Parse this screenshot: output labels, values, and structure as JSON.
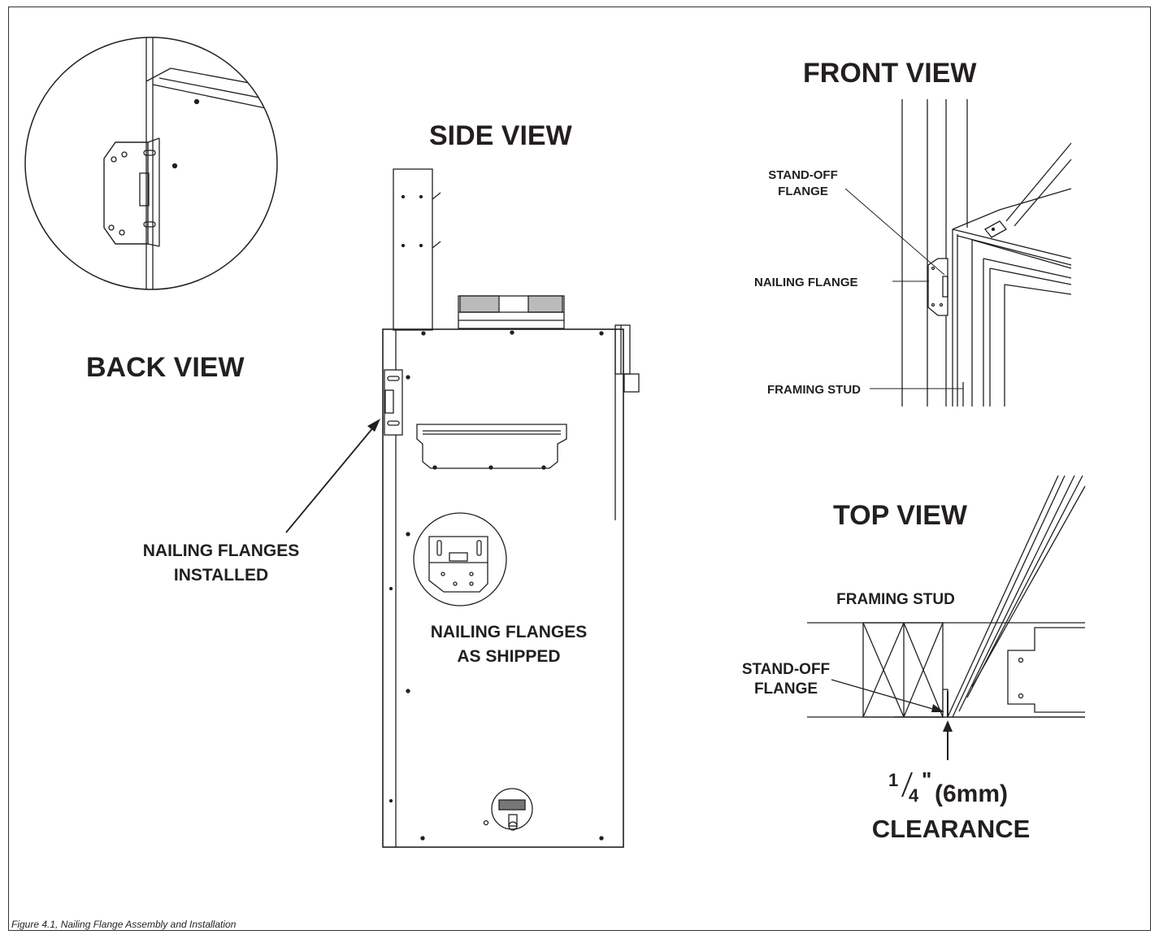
{
  "views": {
    "back": "BACK VIEW",
    "side": "SIDE VIEW",
    "front": "FRONT VIEW",
    "top": "TOP VIEW"
  },
  "labels": {
    "installed_1": "NAILING FLANGES",
    "installed_2": "INSTALLED",
    "shipped_1": "NAILING FLANGES",
    "shipped_2": "AS SHIPPED",
    "front_standoff_1": "STAND-OFF",
    "front_standoff_2": "FLANGE",
    "front_nailing": "NAILING FLANGE",
    "front_stud": "FRAMING STUD",
    "top_stud": "FRAMING STUD",
    "top_standoff_1": "STAND-OFF",
    "top_standoff_2": "FLANGE",
    "clearance_frac_num": "1",
    "clearance_frac_den": "4",
    "clearance_inch": "\"",
    "clearance_mm": "(6mm)",
    "clearance_word": "CLEARANCE"
  },
  "caption": "Figure 4.1, Nailing Flange Assembly and Installation"
}
